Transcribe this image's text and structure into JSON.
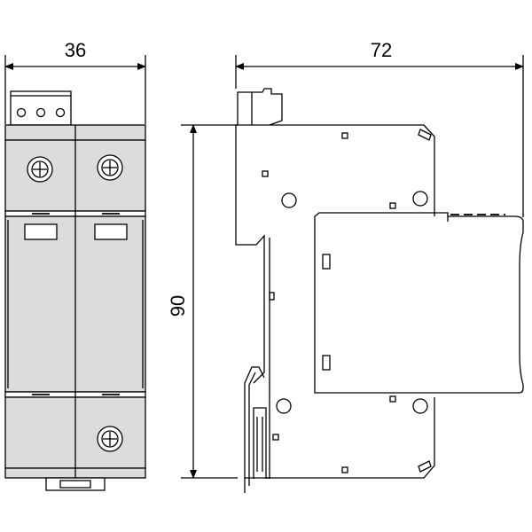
{
  "dimensions": {
    "width_front": "36",
    "depth_side": "72",
    "height": "90"
  },
  "front_view": {
    "terminal_block_contacts": 3,
    "poles": 2
  },
  "colors": {
    "line": "#000000",
    "housing_fill": "#dcdcdc",
    "background": "#ffffff"
  }
}
